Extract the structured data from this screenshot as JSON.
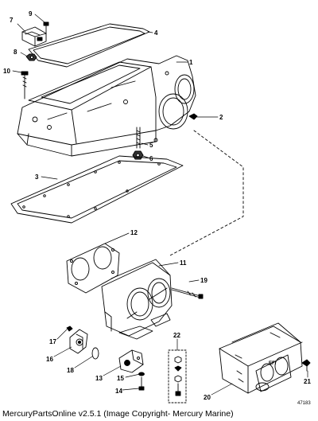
{
  "diagram": {
    "callouts": [
      "1",
      "2",
      "3",
      "4",
      "5",
      "6",
      "7",
      "8",
      "9",
      "10",
      "11",
      "12",
      "13",
      "14",
      "15",
      "16",
      "17",
      "18",
      "19",
      "20",
      "21",
      "22"
    ],
    "figure_number": "47183"
  },
  "footer": {
    "text": "MercuryPartsOnline v2.5.1 (Image Copyright- Mercury Marine)"
  }
}
